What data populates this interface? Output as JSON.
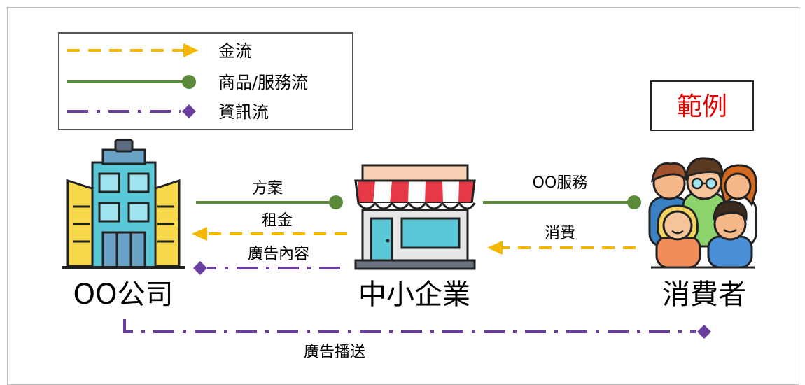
{
  "colors": {
    "money": "#f5b800",
    "goods": "#5a8a3a",
    "info": "#6a3fa0",
    "example_text": "#e00000"
  },
  "legend": {
    "money_label": "金流",
    "goods_label": "商品/服務流",
    "info_label": "資訊流"
  },
  "example_box": {
    "text": "範例"
  },
  "nodes": {
    "company": {
      "label": "OO公司",
      "icon": "office-building-icon"
    },
    "sme": {
      "label": "中小企業",
      "icon": "storefront-icon"
    },
    "consumers": {
      "label": "消費者",
      "icon": "consumer-group-icon"
    }
  },
  "flows": {
    "solution": "方案",
    "rent": "租金",
    "ad_content": "廣告內容",
    "oo_service": "OO服務",
    "consumption": "消費",
    "ad_broadcast": "廣告播送"
  }
}
